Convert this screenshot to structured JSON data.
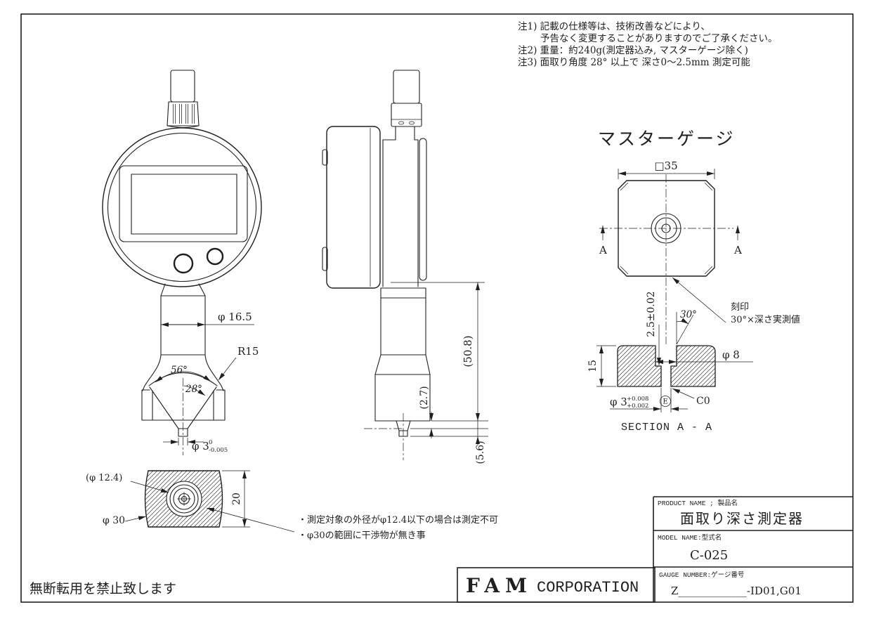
{
  "notes": {
    "line1": "注1) 記載の仕様等は、技術改善などにより、",
    "line2": "予告なく変更することがありますのでご了承ください。",
    "line3": "注2) 重量：約240g(測定器込み, マスターゲージ除く)",
    "line4": "注3) 面取り角度 28° 以上で 深さ0〜2.5mm 測定可能"
  },
  "front_view": {
    "dim_stem_dia": "φ 16.5",
    "dim_radius": "R15",
    "angle_outer": "56°",
    "angle_inner": "28°",
    "tip_dia": "φ 3",
    "tip_tol_upper": "0",
    "tip_tol_lower": "-0.005"
  },
  "side_view": {
    "dim_overall": "(50.8)",
    "dim_step": "(2.7)",
    "dim_tip": "(5.6)"
  },
  "bottom_view": {
    "dim_contact_dia": "(φ 12.4)",
    "dim_outer_dia": "φ 30",
    "dim_width": "20",
    "note1": "・測定対象の外径がφ12.4以下の場合は測定不可",
    "note2": "・φ30の範囲に干渉物が無き事"
  },
  "master_gauge": {
    "title": "マスターゲージ",
    "dim_square": "□35",
    "marker_left": "A",
    "marker_right": "A",
    "stamp_line1": "刻印",
    "stamp_line2": "30°×深さ実測値"
  },
  "section_view": {
    "dim_height": "15",
    "dim_depth": "2.5±0.02",
    "dim_angle": "30°",
    "dim_bore": "φ 8",
    "hole_dia": "φ 3",
    "hole_tol_upper": "+0.008",
    "hole_tol_lower": "+0.002",
    "hole_env": "E",
    "dim_chamfer": "C0",
    "caption": "SECTION A - A"
  },
  "title_block": {
    "product_label": "PRODUCT NAME ; 製品名",
    "product_value": "面取り深さ測定器",
    "model_label": "MODEL NAME:型式名",
    "model_value": "C-025",
    "gauge_label": "GAUGE NUMBER:ゲージ番号",
    "gauge_value": "Z_____________-ID01,G01",
    "company_name": "FAM",
    "company_suffix": "CORPORATION"
  },
  "footer": {
    "copyright": "無断転用を禁止致します"
  },
  "colors": {
    "line": "#1f1f1f",
    "background": "#ffffff"
  }
}
